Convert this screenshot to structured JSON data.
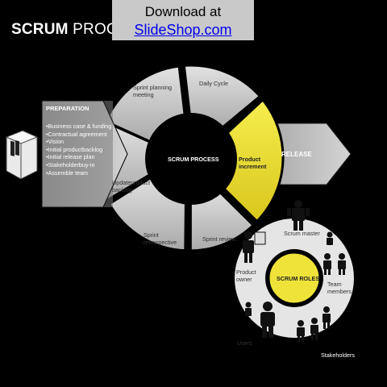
{
  "title": {
    "bold": "SCRUM",
    "rest": " PROCESS"
  },
  "download": {
    "line1": "Download at",
    "link": "SlideShop.com"
  },
  "preparation": {
    "heading": "PREPARATION",
    "items": [
      "•Business case & funding",
      "•Contractual agreement",
      "•Vision",
      "•Initial productbacklog",
      "•Initial release plan",
      "•Stakeholderbuy-in",
      "•Assemble team"
    ]
  },
  "cycle": {
    "center": "SCRUM PROCESS",
    "segments": {
      "planning": [
        "Sprint planning",
        "meeting"
      ],
      "daily": "Daily Cycle",
      "increment": [
        "Product",
        "increment"
      ],
      "review": "Sprint review",
      "retro": [
        "Sprint",
        "retrospective"
      ],
      "backlog": [
        "Updateproduct",
        "backlog"
      ]
    }
  },
  "release": "RELEASE",
  "roles": {
    "center": "SCRUM ROLES",
    "master": "Scrum master",
    "owner": [
      "Product",
      "owner"
    ],
    "team": [
      "Team",
      "members"
    ],
    "users": "Users",
    "stakeholders": "Stakeholders"
  },
  "colors": {
    "segment": "#d6d6d6",
    "highlight": "#efe33a",
    "dark": "#000000",
    "arrow": "#bfbfbf"
  }
}
